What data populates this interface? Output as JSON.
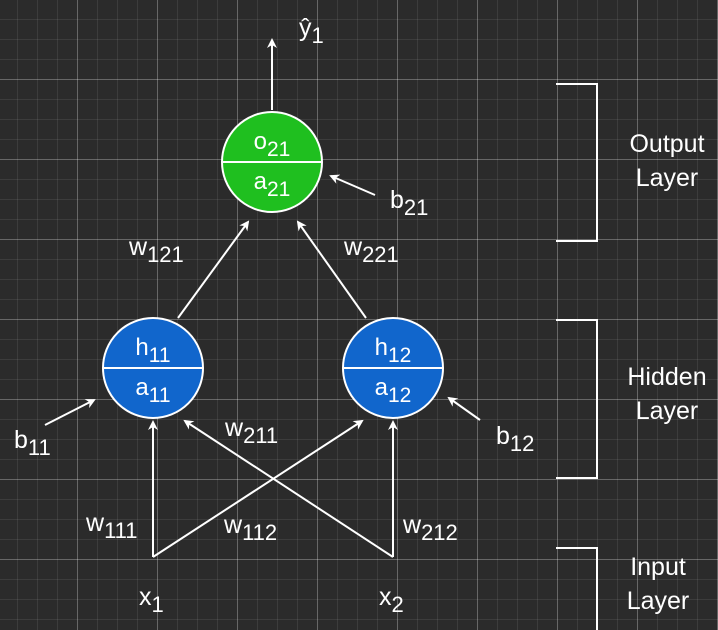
{
  "colors": {
    "output_node": "#1fbf1f",
    "hidden_node": "#1166cc",
    "stroke": "#ffffff",
    "background": "#2b2b2b"
  },
  "output_label": {
    "base": "ŷ",
    "sub": "1"
  },
  "nodes": {
    "o21": {
      "top_base": "o",
      "top_sub": "21",
      "bottom_base": "a",
      "bottom_sub": "21"
    },
    "h11": {
      "top_base": "h",
      "top_sub": "11",
      "bottom_base": "a",
      "bottom_sub": "11"
    },
    "h12": {
      "top_base": "h",
      "top_sub": "12",
      "bottom_base": "a",
      "bottom_sub": "12"
    }
  },
  "biases": {
    "b21": {
      "base": "b",
      "sub": "21"
    },
    "b11": {
      "base": "b",
      "sub": "11"
    },
    "b12": {
      "base": "b",
      "sub": "12"
    }
  },
  "weights": {
    "w121": {
      "base": "w",
      "sub": "121"
    },
    "w221": {
      "base": "w",
      "sub": "221"
    },
    "w211": {
      "base": "w",
      "sub": "211"
    },
    "w111": {
      "base": "w",
      "sub": "111"
    },
    "w112": {
      "base": "w",
      "sub": "112"
    },
    "w212": {
      "base": "w",
      "sub": "212"
    }
  },
  "inputs": {
    "x1": {
      "base": "x",
      "sub": "1"
    },
    "x2": {
      "base": "x",
      "sub": "2"
    }
  },
  "layers": {
    "output": {
      "line1": "Output",
      "line2": "Layer"
    },
    "hidden": {
      "line1": "Hidden",
      "line2": "Layer"
    },
    "input": {
      "line1": "Input",
      "line2": "Layer"
    }
  }
}
